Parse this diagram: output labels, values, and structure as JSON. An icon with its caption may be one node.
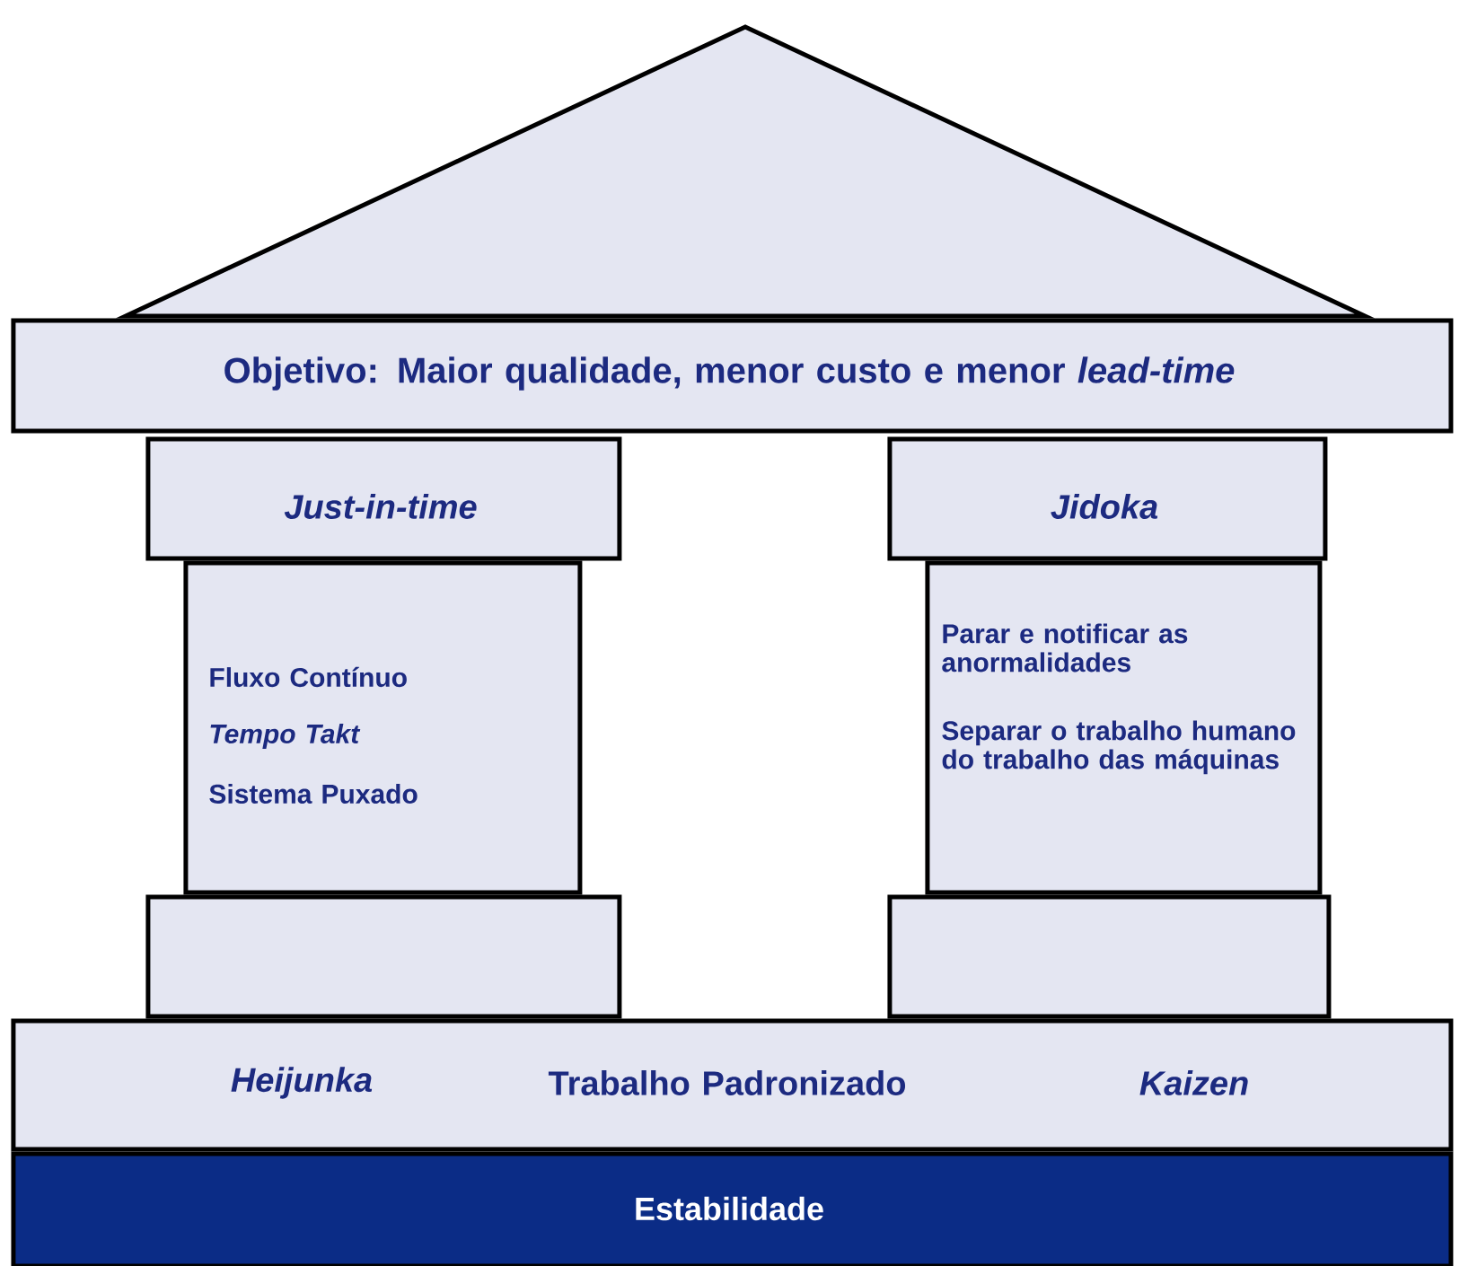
{
  "diagram": {
    "nodes": [
      {
        "text": [],
        "shape": "triangle"
      },
      {
        "text": [
          "Objetivo: Maior qualidade, menor custo e menor *lead-time*"
        ]
      },
      {
        "text": [
          "Just-in-time"
        ]
      },
      {
        "text": [
          "Fluxo Contínuo",
          "Tempo Takt",
          "Sistema Puxado"
        ]
      },
      {
        "text": [],
        "shape": "box"
      },
      {
        "text": [
          "Jidoka"
        ]
      },
      {
        "text": [
          "Parar e notificar as anormalidades",
          "Separar o trabalho humano do trabalho das máquinas"
        ]
      },
      {
        "text": [],
        "shape": "box"
      },
      {
        "text": [
          "Heijunka",
          "Trabalho Padronizado",
          "Kaizen"
        ]
      },
      {
        "text": [
          "Estabilidade"
        ]
      }
    ]
  }
}
